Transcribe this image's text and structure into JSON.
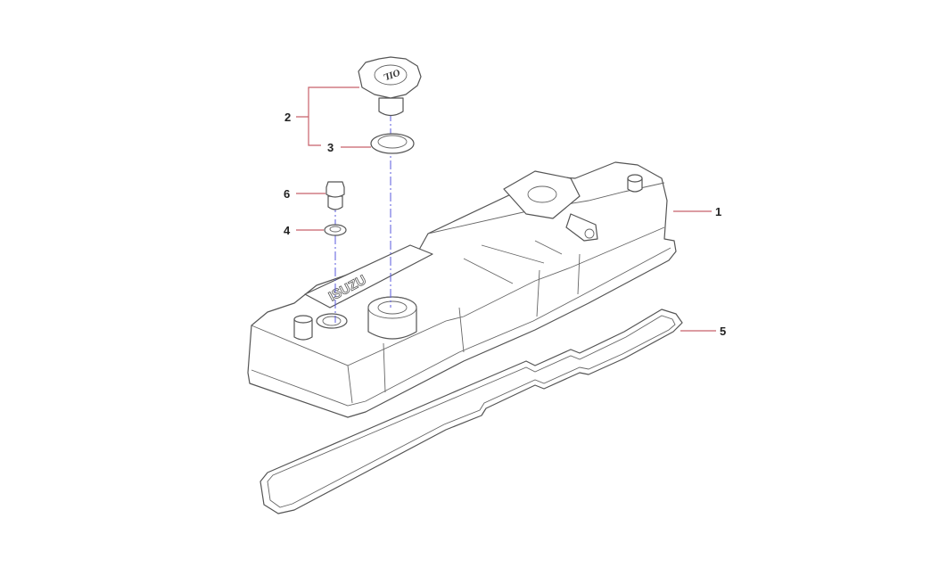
{
  "diagram": {
    "callouts": {
      "cover": "1",
      "oil_cap_assembly": "2",
      "cap_seal": "3",
      "washer": "4",
      "gasket": "5",
      "plug_bolt": "6"
    },
    "cap_text": "OIL",
    "cover_logo": "ISUZU",
    "leader_color": "#c8606a",
    "axis_color": "#5a5adc"
  }
}
